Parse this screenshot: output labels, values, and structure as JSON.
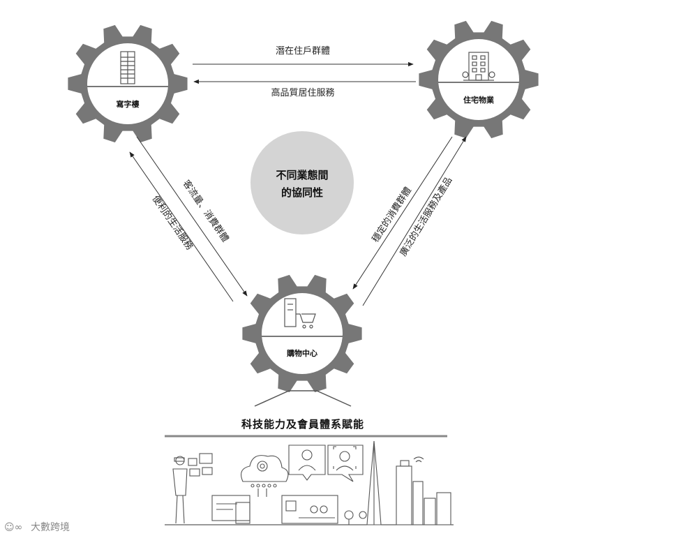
{
  "gears": {
    "office": {
      "label": "寫字樓",
      "icon": "office-tower-icon"
    },
    "residential": {
      "label": "住宅物業",
      "icon": "apartment-building-icon"
    },
    "mall": {
      "label": "購物中心",
      "icon": "shopping-cart-icon"
    }
  },
  "center": {
    "line1": "不同業態間",
    "line2": "的協同性"
  },
  "arrows": {
    "office_to_residential": "潛在住戶群體",
    "residential_to_office": "高品質居住服務",
    "office_to_mall": "客流量、消費群體",
    "mall_to_office": "便利的生活服務",
    "residential_to_mall": "穩定的消費群體",
    "mall_to_residential": "廣泛的生活服務及產品"
  },
  "tech_bar": {
    "title": "科技能力及會員體系賦能"
  },
  "watermark": {
    "text": "大數跨境"
  },
  "colors": {
    "gear": "#777777",
    "gear_inner": "#ffffff",
    "center_circle": "#d4d4d4",
    "line": "#333333"
  }
}
